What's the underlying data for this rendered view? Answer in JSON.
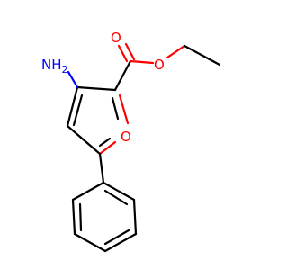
{
  "atoms": {
    "amine": "NH",
    "amine_sub": "2",
    "ring_oxygen": "O",
    "carbonyl_oxygen": "O",
    "ester_oxygen": "O"
  },
  "colors": {
    "bond": "#000000",
    "oxygen": "#ff0000",
    "nitrogen": "#0000ff",
    "background": "#ffffff"
  }
}
